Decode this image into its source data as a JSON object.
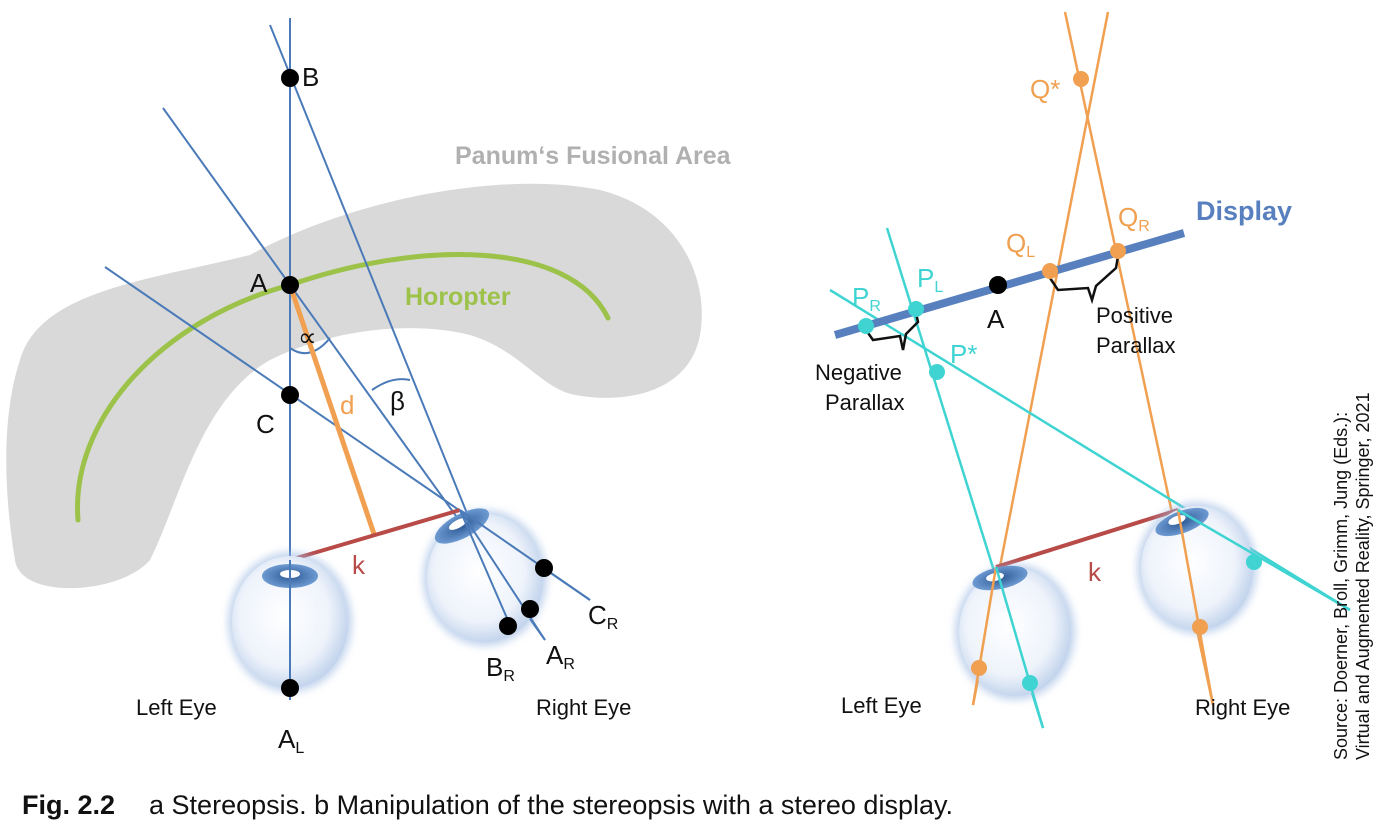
{
  "colors": {
    "blue": "#4a7ab8",
    "display_blue": "#5880bf",
    "orange": "#f0a050",
    "red": "#b84a48",
    "cyan": "#3fd4d2",
    "green": "#9cc24a",
    "gray_area": "#d9d9d9",
    "panum_text": "#b0b0b0"
  },
  "left_diagram": {
    "points": {
      "B": "B",
      "A": "A",
      "C": "C",
      "A_L": "A",
      "A_L_sub": "L",
      "B_R": "B",
      "B_R_sub": "R",
      "A_R": "A",
      "A_R_sub": "R",
      "C_R": "C",
      "C_R_sub": "R"
    },
    "panum": "Panum‘s Fusional Area",
    "horopter": "Horopter",
    "alpha": "∝",
    "beta": "β",
    "d": "d",
    "k": "k",
    "left_eye": "Left Eye",
    "right_eye": "Right Eye"
  },
  "right_diagram": {
    "display": "Display",
    "Q_star": "Q*",
    "Q_L": "Q",
    "Q_L_sub": "L",
    "Q_R": "Q",
    "Q_R_sub": "R",
    "P_R": "P",
    "P_R_sub": "R",
    "P_L": "P",
    "P_L_sub": "L",
    "P_star": "P*",
    "A": "A",
    "positive_1": "Positive",
    "positive_2": "Parallax",
    "negative_1": "Negative",
    "negative_2": "Parallax",
    "k": "k",
    "left_eye": "Left Eye",
    "right_eye": "Right Eye"
  },
  "source": {
    "line1": "Source: Doerner, Broll, Grimm, Jung (Eds.):",
    "line2": "Virtual and Augmented Reality, Springer, 2021"
  },
  "caption": {
    "number": "Fig. 2.2",
    "text": "a Stereopsis. b Manipulation of the stereopsis with a stereo display."
  }
}
